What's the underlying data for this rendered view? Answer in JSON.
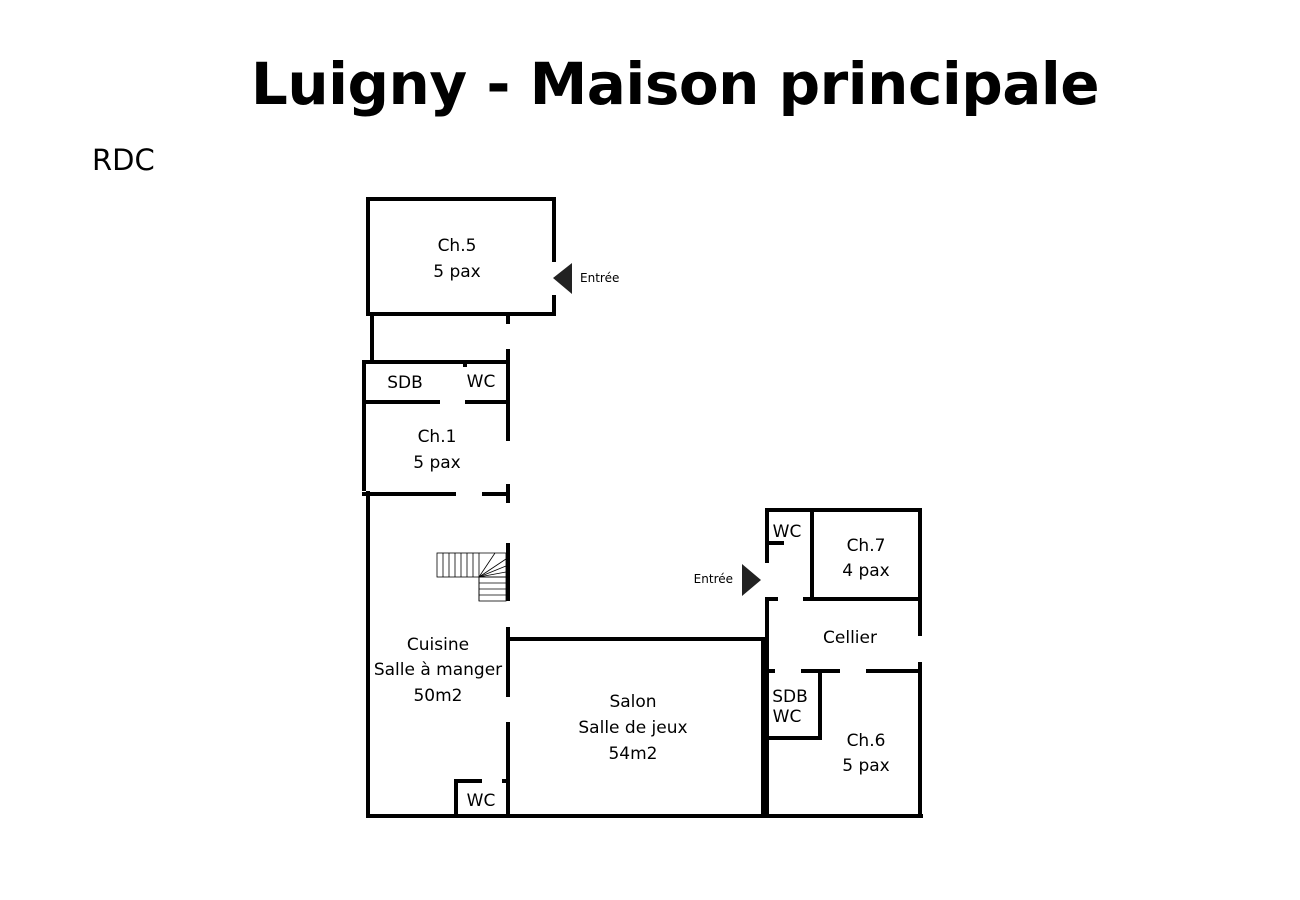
{
  "title": "Luigny - Maison principale",
  "floor": "RDC",
  "rooms": {
    "ch5": {
      "name": "Ch.5",
      "capacity": "5 pax"
    },
    "ch1": {
      "name": "Ch.1",
      "capacity": "5 pax"
    },
    "sdb_top": "SDB",
    "wc_top": "WC",
    "cuisine": {
      "line1": "Cuisine",
      "line2": "Salle à manger",
      "area": "50m2"
    },
    "salon": {
      "line1": "Salon",
      "line2": "Salle de jeux",
      "area": "54m2"
    },
    "wc_bottom": "WC",
    "wc_right": "WC",
    "ch7": {
      "name": "Ch.7",
      "capacity": "4 pax"
    },
    "cellier": "Cellier",
    "sdb_wc_right": {
      "line1": "SDB",
      "line2": "WC"
    },
    "ch6": {
      "name": "Ch.6",
      "capacity": "5 pax"
    }
  },
  "entrances": {
    "top": "Entrée",
    "right": "Entrée"
  }
}
